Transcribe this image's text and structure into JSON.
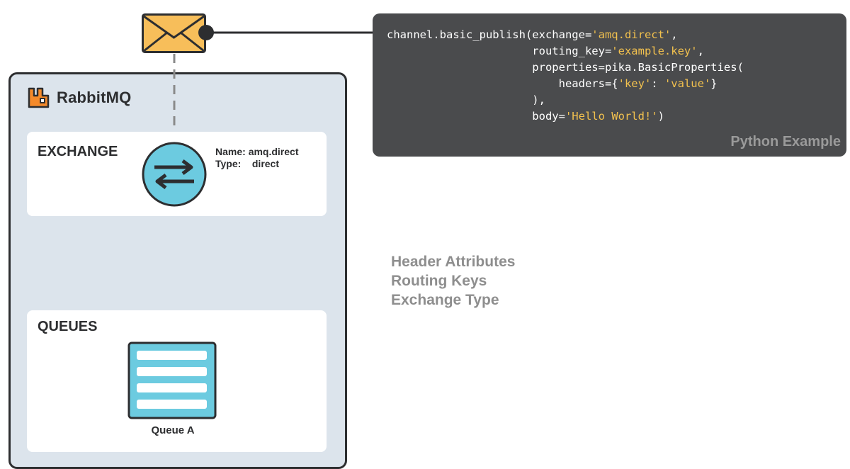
{
  "rabbitmq": {
    "brand_name": "RabbitMQ",
    "exchange": {
      "title": "EXCHANGE",
      "name_label": "Name:",
      "name_value": "amq.direct",
      "type_label": "Type:",
      "type_value": "direct"
    },
    "queues": {
      "title": "QUEUES",
      "queue_name": "Queue A"
    }
  },
  "code_panel": {
    "lines": [
      {
        "pre": "channel.basic_publish(exchange=",
        "str": "'amq.direct'",
        "post": ","
      },
      {
        "pre": "                      routing_key=",
        "str": "'example.key'",
        "post": ","
      },
      {
        "pre": "                      properties=pika.BasicProperties(",
        "str": "",
        "post": ""
      },
      {
        "pre": "                          headers={",
        "str": "'key'",
        "post": ": ",
        "str2": "'value'",
        "post2": "}"
      },
      {
        "pre": "                      ),",
        "str": "",
        "post": ""
      },
      {
        "pre": "                      body=",
        "str": "'Hello World!'",
        "post": ")"
      }
    ],
    "caption": "Python Example"
  },
  "attributes": [
    "Header Attributes",
    "Routing Keys",
    "Exchange Type"
  ],
  "colors": {
    "envelope": "#f7be5a",
    "exchange_circle": "#6ccbe0",
    "queue_fill": "#6ccbe0",
    "rabbitmq_orange": "#f58a2a",
    "code_bg": "#4a4b4d",
    "code_string": "#f2c14e"
  }
}
